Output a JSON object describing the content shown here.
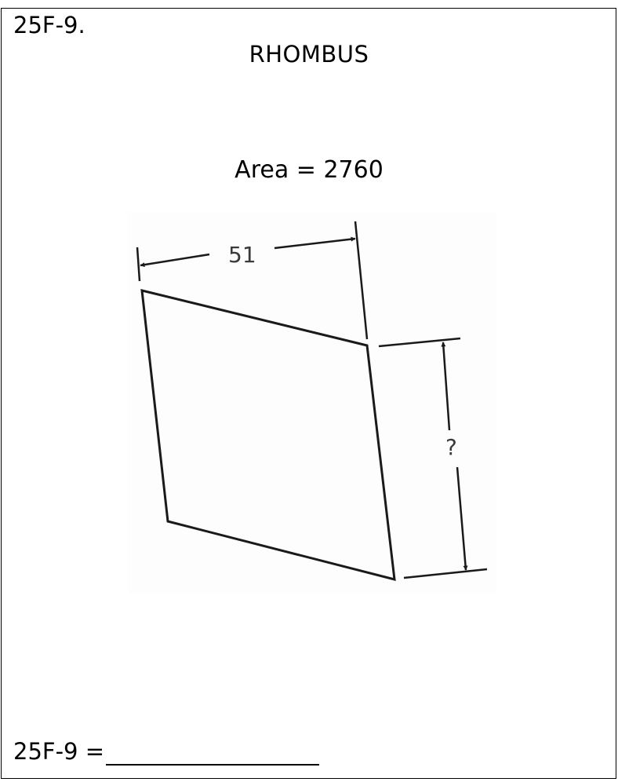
{
  "problem": {
    "id_label": "25F-9.",
    "shape_name": "RHOMBUS",
    "area_label": "Area",
    "area_equals": "=",
    "area_value": "2760"
  },
  "figure": {
    "side_label": "51",
    "height_label": "?",
    "line_color": "#1a1a1a"
  },
  "answer": {
    "prompt": "25F-9 ="
  }
}
